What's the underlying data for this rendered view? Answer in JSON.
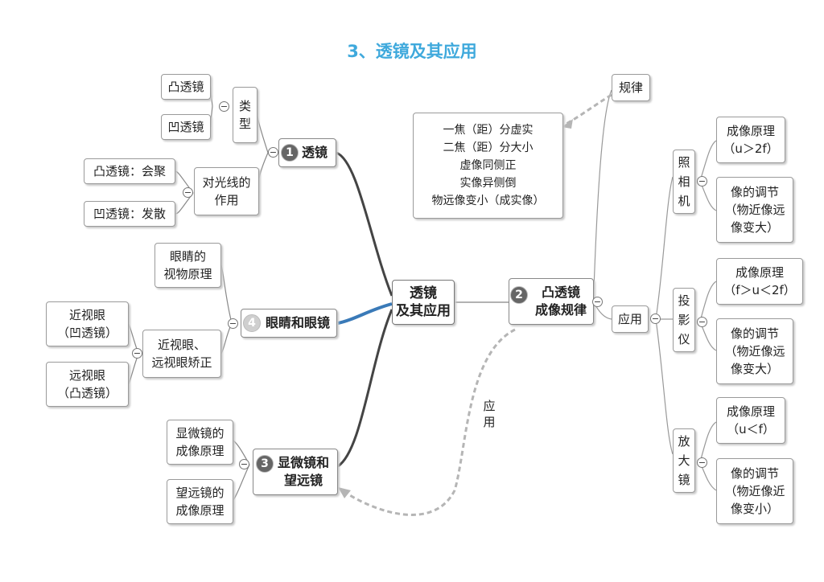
{
  "title": "3、透镜及其应用",
  "center": "透镜\n及其应用",
  "branch1": {
    "num": "1",
    "label": "透镜",
    "type_label": "类\n型",
    "convex": "凸透镜",
    "concave": "凹透镜",
    "effect_label": "对光线的\n作用",
    "convex_effect": "凸透镜：会聚",
    "concave_effect": "凹透镜：发散"
  },
  "branch4": {
    "num": "4",
    "label": "眼睛和眼镜",
    "vision": "眼睛的\n视物原理",
    "correction": "近视眼、\n远视眼矫正",
    "myopia": "近视眼\n（凹透镜）",
    "hyperopia": "远视眼\n（凸透镜）"
  },
  "branch3": {
    "num": "3",
    "label": "显微镜和\n望远镜",
    "microscope": "显微镜的\n成像原理",
    "telescope": "望远镜的\n成像原理"
  },
  "branch2": {
    "num": "2",
    "label": "凸透镜\n成像规律",
    "law_label": "规律",
    "application_label": "应用",
    "rules": [
      "一焦（距）分虚实",
      "二焦（距）分大小",
      "虚像同侧正",
      "实像异侧倒",
      "物远像变小（成实像）"
    ],
    "dashed_label": "应\n用",
    "camera": {
      "label": "照\n相\n机",
      "principle": "成像原理\n（u＞2f）",
      "adjust": "像的调节\n（物近像远\n像变大）"
    },
    "projector": {
      "label": "投\n影\n仪",
      "principle": "成像原理\n（f＞u＜2f）",
      "adjust": "像的调节\n（物近像远\n像变大）"
    },
    "magnifier": {
      "label": "放\n大\n镜",
      "principle": "成像原理\n（u＜f）",
      "adjust": "像的调节\n（物近像近\n像变小）"
    }
  },
  "collapse_symbol": "−"
}
